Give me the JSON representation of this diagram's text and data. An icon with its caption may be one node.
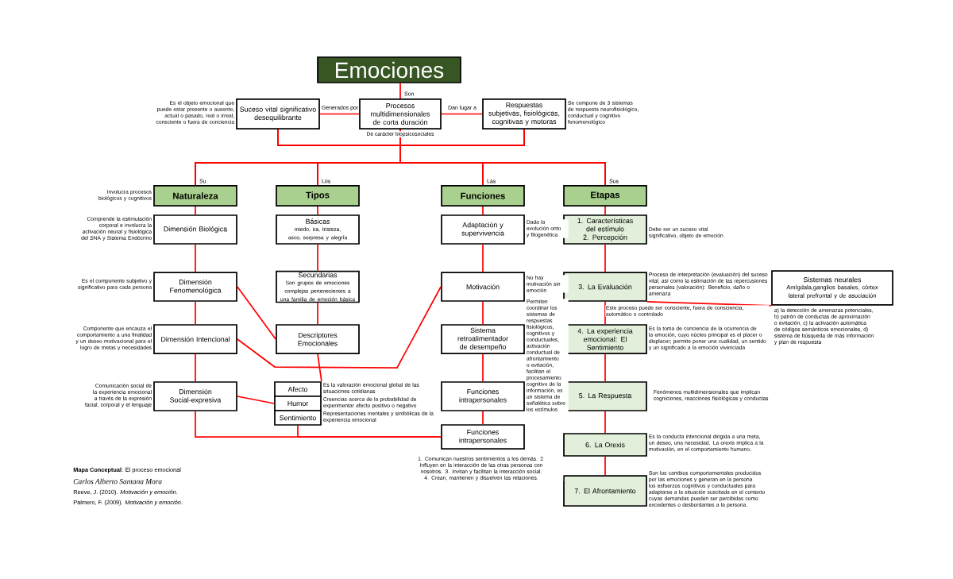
{
  "diagram": {
    "nodes": [
      {
        "text": [
          "Emociones"
        ]
      },
      {
        "text": [
          "Suceso vital significativo desequilibrante"
        ],
        "beside": [
          "Es el objeto emocional que puede estar presente o ausente, actual o pasado, real o irreal, consciente o fuera de conciencia"
        ]
      },
      {
        "text": [
          "Procesos multidimensionales de corta duración"
        ],
        "beside": [
          "De carácter biopsicosociales"
        ]
      },
      {
        "text": [
          "Respuestas subjetivas, fisiológicas, cognitivas y motoras"
        ],
        "beside": [
          "Se compone de 3 sistemas de respuesta neurofisiológico, conductual y cognitivo fenomenológico"
        ]
      },
      {
        "text": [
          "Naturaleza"
        ],
        "beside": [
          "Involucra procesos biológicos y cognitivos"
        ]
      },
      {
        "text": [
          "Tipos"
        ]
      },
      {
        "text": [
          "Funciones"
        ]
      },
      {
        "text": [
          "Etapas"
        ]
      },
      {
        "text": [
          "Dimensión Biológica"
        ],
        "beside": [
          "Comprende la estimulación corporal e involucra la activación neural y fisiológica del SNA y Sistema Endócrino"
        ]
      },
      {
        "text": [
          "Dimensión Fenomenológica"
        ],
        "beside": [
          "Es el componente subjetivo y significativo para cada persona"
        ]
      },
      {
        "text": [
          "Dimensión Intencional"
        ],
        "beside": [
          "Componente que encauza el comportamiento a una finalidad y un deseo motivacional para el logro de metas y necesidades"
        ]
      },
      {
        "text": [
          "Dimensión Social-expresiva"
        ],
        "beside": [
          "Comunicación social de la experiencia emocional a través de la expresión facial, corporal y el lenguaje"
        ]
      },
      {
        "text": [
          "Básicas",
          "miedo, ira, tristeza, asco, sorpresa y alegría"
        ]
      },
      {
        "text": [
          "Secundarias",
          "Son grupos de emociones complejas pertenecientes a una familia de emoción básica"
        ]
      },
      {
        "text": [
          "Descriptores Emocionales"
        ]
      },
      {
        "text": [
          "Afecto"
        ],
        "beside": [
          "Es la valoración emocional global de las situaciones cotidianas"
        ]
      },
      {
        "text": [
          "Humor"
        ],
        "beside": [
          "Creencias acerca de la probabilidad de experimentar afecto positivo o negativo"
        ]
      },
      {
        "text": [
          "Sentimiento"
        ],
        "beside": [
          "Representaciones mentales y simbólicas de la experiencia emocional"
        ]
      },
      {
        "text": [
          "Adaptación y supervivencia"
        ],
        "beside": [
          "Dada la evolución onto y filogenética"
        ]
      },
      {
        "text": [
          "Motivación"
        ],
        "beside": [
          "No hay motivación sin emoción"
        ]
      },
      {
        "text": [
          "Sistema retroalimentador de desempeño"
        ]
      },
      {
        "text": [
          "Funciones intrapersonales"
        ],
        "beside": [
          "Permiten coordinar los sistemas de respuestas fisiológicos, cognitivos y conductuales, activación conductual de afrontamiento o evitación, facilitan el procesamiento cognitivo de la información, es un sistema de señalética sobre los estímulos"
        ]
      },
      {
        "text": [
          "Funciones intrapersonales"
        ],
        "beside": [
          "1. Comunican nuestros sentimientos a los demás. 2. Influyen en la interacción de las otras personas con nosotros. 3. Invitan y facilitan la interacción social. 4. Crean, mantienen y disuelven las relaciones."
        ]
      },
      {
        "text": [
          "1. Características del estímulo",
          "2. Percepción"
        ],
        "beside": [
          "Debe ser un suceso vital significativo, objeto de emoción"
        ]
      },
      {
        "text": [
          "3. La Evaluación"
        ],
        "beside": [
          "Proceso de interpretación (evaluación) del suceso vital, así como la estimación de las repercusiones personales (valoración): Beneficio, daño o amenaza",
          "Este proceso puede ser consciente, fuera de consciencia, automático o controlado"
        ]
      },
      {
        "text": [
          "Sistemas neurales",
          "Amígdala,ganglios basales, córtex lateral prefrontal y de asociación"
        ],
        "beside": [
          "a) la detección de amenazas potenciales, b) patrón de conductas de aproximación o evitación, c) la activación automática de códigos semánticos emocionales, d) sistema de búsqueda de más información y plan de respuesta"
        ]
      },
      {
        "text": [
          "4. La experiencia emocional: El Sentimiento"
        ],
        "beside": [
          "Es la toma de conciencia de la ocurrencia de la emoción, cuyo núcleo principal es el placer o displacer; permite poner una cualidad, un sentido y un significado a la emoción vivenciada"
        ]
      },
      {
        "text": [
          "5. La Respuesta"
        ],
        "beside": [
          "Fenómenos multidimensionales que implican cogniciones, reacciones fisiológicas y conductas"
        ]
      },
      {
        "text": [
          "6. La Orexis"
        ],
        "beside": [
          "Es la conducta intencional dirigida a una meta, un deseo, una necesidad. La orexis implica a la motivación, en el comportamiento humano."
        ]
      },
      {
        "text": [
          "7. El Afrontamiento"
        ],
        "beside": [
          "Son los cambios comportamentales producidos por las emociones y generan en la persona los esfuerzos cognitivos y conductuales para adaptarse a la situación suscitada en el contexto cuyas demandas pueden ser percibidas como excedentes o desbordantes a la persona."
        ]
      }
    ],
    "edges": [
      {
        "from": 0,
        "to": 2,
        "arrow": "none",
        "label": "Son"
      },
      {
        "from": 2,
        "to": 1,
        "arrow": "none",
        "label": "Generados por"
      },
      {
        "from": 2,
        "to": 3,
        "arrow": "none",
        "label": "Dan lugar a"
      },
      {
        "from": 2,
        "to": 4,
        "arrow": "none",
        "label": "Su"
      },
      {
        "from": 2,
        "to": 5,
        "arrow": "none",
        "label": "Los"
      },
      {
        "from": 2,
        "to": 6,
        "arrow": "none",
        "label": "Las"
      },
      {
        "from": 2,
        "to": 7,
        "arrow": "none",
        "label": "Sus"
      },
      {
        "from": 1,
        "to": 4,
        "arrow": "none"
      },
      {
        "from": 1,
        "to": 5,
        "arrow": "none"
      },
      {
        "from": 1,
        "to": 6,
        "arrow": "none"
      },
      {
        "from": 1,
        "to": 7,
        "arrow": "none"
      },
      {
        "from": 3,
        "to": 4,
        "arrow": "none"
      },
      {
        "from": 3,
        "to": 5,
        "arrow": "none"
      },
      {
        "from": 3,
        "to": 6,
        "arrow": "none"
      },
      {
        "from": 3,
        "to": 7,
        "arrow": "none"
      },
      {
        "from": 4,
        "to": 8,
        "arrow": "none"
      },
      {
        "from": 8,
        "to": 9,
        "arrow": "none"
      },
      {
        "from": 9,
        "to": 10,
        "arrow": "none"
      },
      {
        "from": 10,
        "to": 11,
        "arrow": "none"
      },
      {
        "from": 5,
        "to": 12,
        "arrow": "none"
      },
      {
        "from": 12,
        "to": 13,
        "arrow": "none"
      },
      {
        "from": 13,
        "to": 14,
        "arrow": "none"
      },
      {
        "from": 14,
        "to": 15,
        "arrow": "none"
      },
      {
        "from": 9,
        "to": 14,
        "arrow": "none"
      },
      {
        "from": 10,
        "to": 19,
        "arrow": "none"
      },
      {
        "from": 11,
        "to": 16,
        "arrow": "none"
      },
      {
        "from": 11,
        "to": 22,
        "arrow": "none"
      },
      {
        "from": 17,
        "to": 22,
        "arrow": "none"
      },
      {
        "from": 6,
        "to": 18,
        "arrow": "none"
      },
      {
        "from": 18,
        "to": 19,
        "arrow": "none"
      },
      {
        "from": 19,
        "to": 20,
        "arrow": "none"
      },
      {
        "from": 20,
        "to": 21,
        "arrow": "none"
      },
      {
        "from": 21,
        "to": 22,
        "arrow": "none"
      },
      {
        "from": 7,
        "to": 23,
        "arrow": "none"
      },
      {
        "from": 23,
        "to": 24,
        "arrow": "none"
      },
      {
        "from": 24,
        "to": 25,
        "arrow": "none"
      },
      {
        "from": 24,
        "to": 26,
        "arrow": "none"
      },
      {
        "from": 26,
        "to": 27,
        "arrow": "none"
      },
      {
        "from": 27,
        "to": 28,
        "arrow": "none"
      },
      {
        "from": 28,
        "to": 29,
        "arrow": "none"
      }
    ],
    "labels": [
      "**Mapa Conceptual**: El proceso emocional",
      "Carlos Alberto Santana Mora",
      "Reeve, J. (2010). *Motivación y emoción*.",
      "Palmero, F. (2009). *Motivación y emoción*."
    ]
  }
}
